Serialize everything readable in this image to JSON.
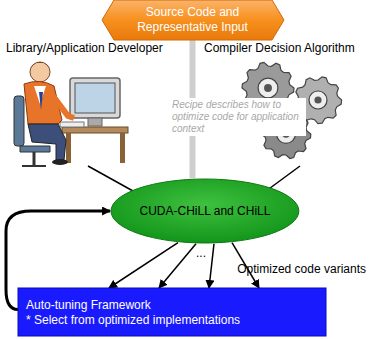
{
  "diagram": {
    "nodes": [
      {
        "text": [
          "Source Code and Representative Input"
        ]
      },
      {
        "text": [
          "CUDA-CHiLL and CHiLL"
        ]
      },
      {
        "text": [
          "Auto-tuning Framework",
          "* Select from optimized implementations"
        ]
      }
    ],
    "edges": [
      {
        "from": 0,
        "to": 1,
        "arrow": "none"
      },
      {
        "from": 1,
        "to": 2,
        "arrow": "to"
      },
      {
        "from": 1,
        "to": 2,
        "arrow": "to"
      },
      {
        "from": 1,
        "to": 2,
        "arrow": "to"
      },
      {
        "from": 1,
        "to": 2,
        "arrow": "to"
      },
      {
        "from": 2,
        "to": 1,
        "arrow": "to"
      }
    ],
    "labels": [
      "Library/Application Developer",
      "Compiler Decision Algorithm",
      "Recipe describes how to optimize code for application context",
      "...",
      "Optimized code variants"
    ]
  }
}
